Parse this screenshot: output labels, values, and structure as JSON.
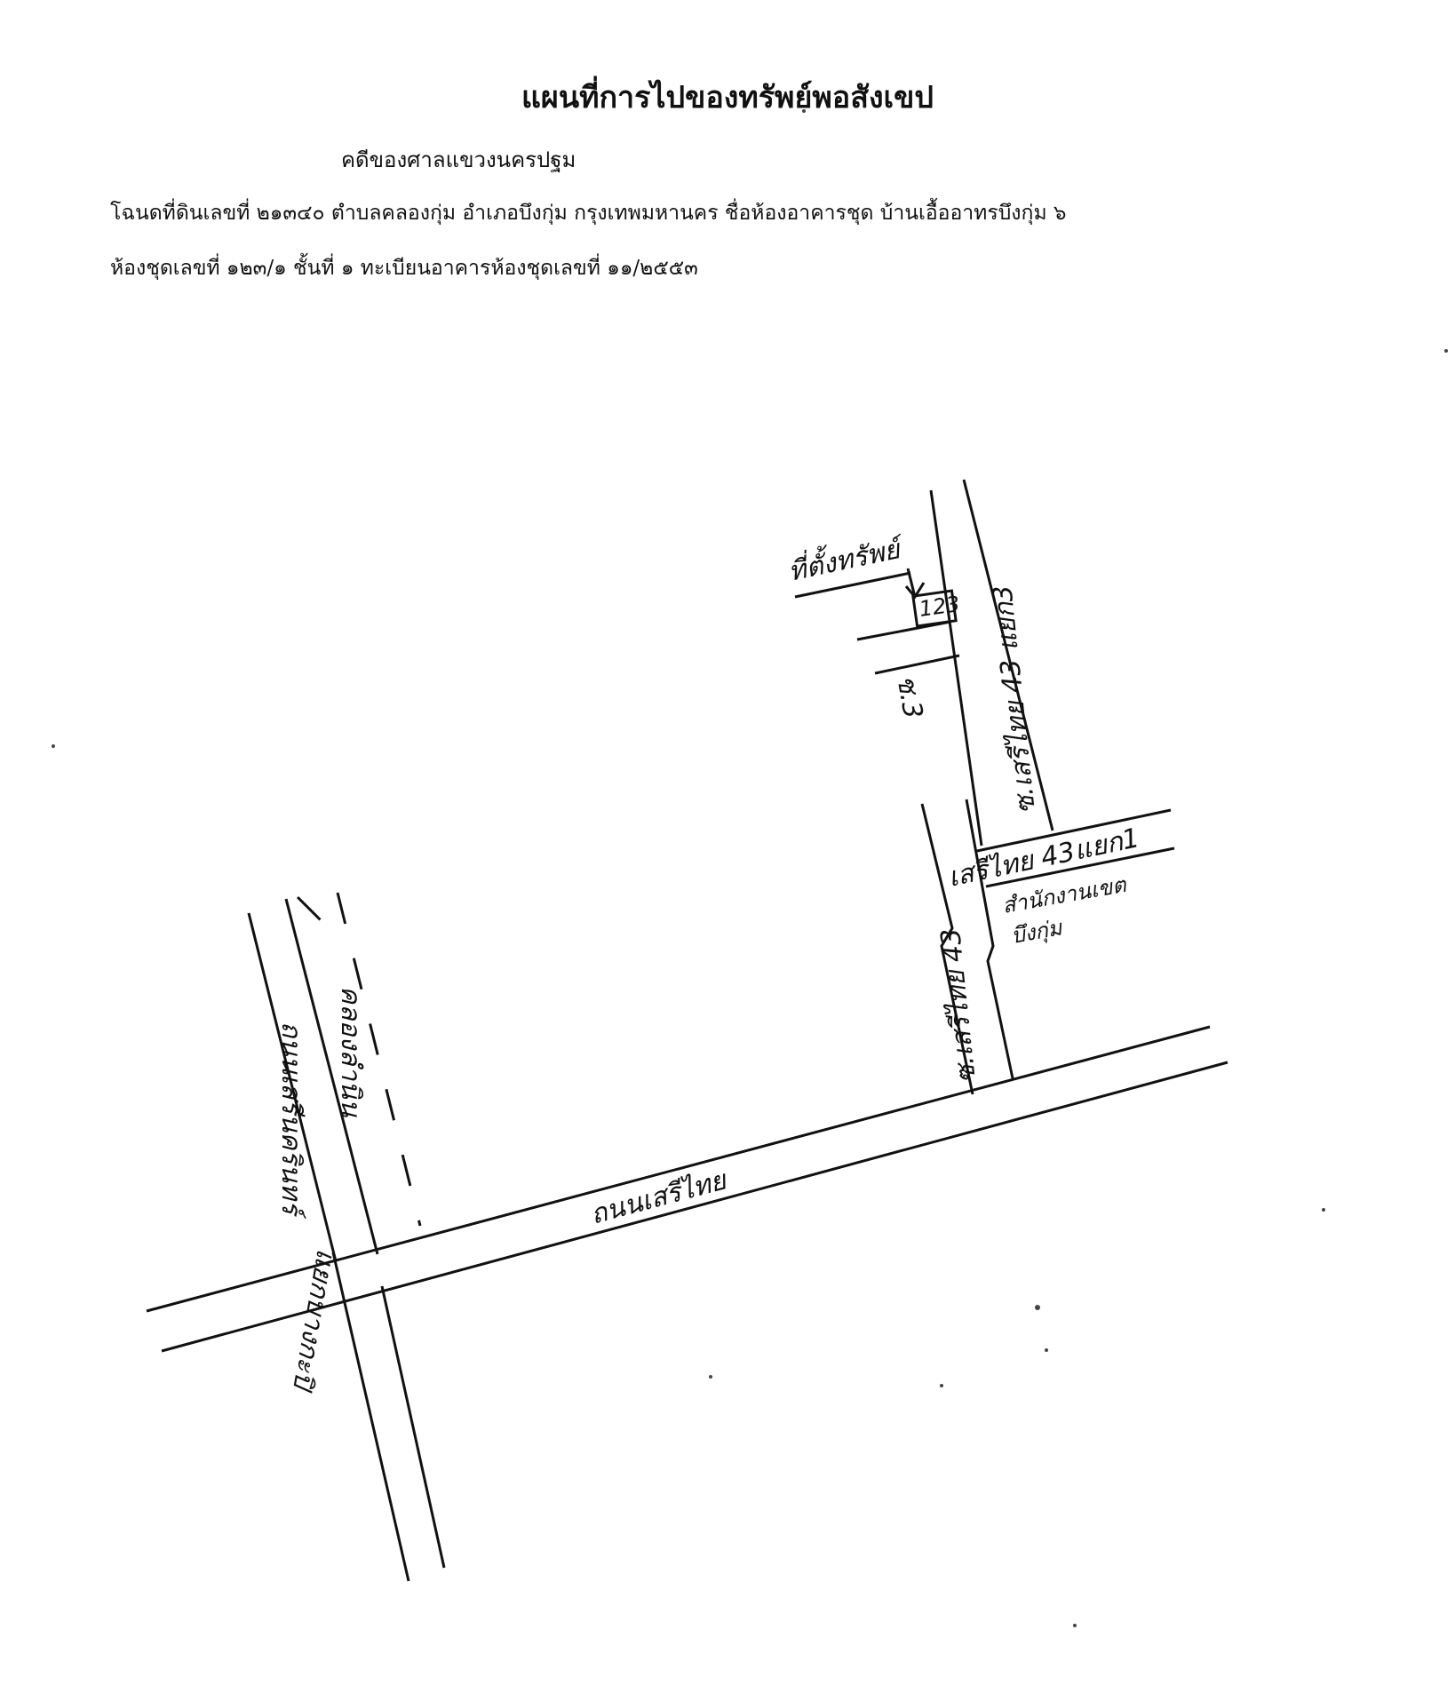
{
  "header": {
    "title": "แผนที่การไปของทรัพย์พอสังเขป",
    "case": "คดีของศาลแขวงนครปฐม",
    "deed_line_1": "โฉนดที่ดินเลขที่ ๒๑๓๔๐ ตำบลคลองกุ่ม อำเภอบึงกุ่ม กรุงเทพมหานคร ชื่อห้องอาคารชุด บ้านเอื้ออาทรบึงกุ่ม ๖",
    "deed_line_2": "ห้องชุดเลขที่ ๑๒๓/๑ ชั้นที่ ๑ ทะเบียนอาคารห้องชุดเลขที่ ๑๑/๒๕๕๓"
  },
  "map": {
    "property_label": "ที่ตั้งทรัพย์",
    "unit_number": "123",
    "building_label": "ช.3",
    "road_main": "ถนนเสรีไทย",
    "road_left_1": "ถนนเสรีนครินทร์",
    "road_left_2": "คลองลำนิน",
    "junction": "แยกบางกะปิ",
    "soi_43_yaek_3": "ซ.เสรีไทย 43 แยก3",
    "soi_43_yaek_1": "เสรีไทย 43แยก1",
    "soi_43": "ซ.เสรีไทย 43",
    "district_office": "สำนักงานเขต",
    "district_name": "บึงกุ่ม"
  }
}
